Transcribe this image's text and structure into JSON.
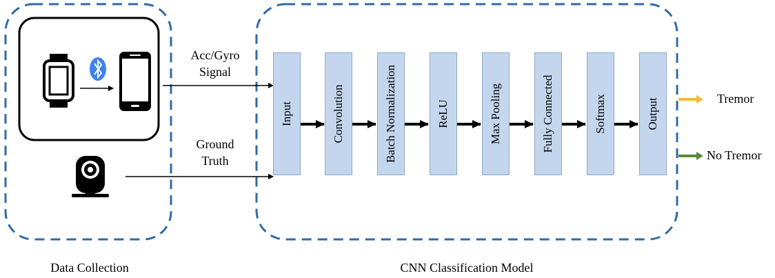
{
  "data_collection": {
    "section_label": "Data Collection",
    "sensor_signal_label": [
      "Acc/Gyro",
      "Signal"
    ],
    "ground_truth_label": [
      "Ground",
      "Truth"
    ],
    "icons": [
      "smartwatch-icon",
      "bluetooth-icon",
      "smartphone-icon",
      "camera-icon"
    ]
  },
  "cnn_model": {
    "section_label": "CNN Classification Model",
    "layers": [
      "Input",
      "Convolution",
      "Batch Normalization",
      "ReLU",
      "Max Pooling",
      "Fully Connected",
      "Softmax",
      "Output"
    ]
  },
  "outputs": [
    {
      "label": "Tremor",
      "color": "#f3b73e"
    },
    {
      "label": "No Tremor",
      "color": "#5a8a3a"
    }
  ],
  "colors": {
    "dashed_border": "#2f6aa8",
    "layer_fill": "#c4d6ee",
    "bluetooth": "#3d84ea"
  }
}
